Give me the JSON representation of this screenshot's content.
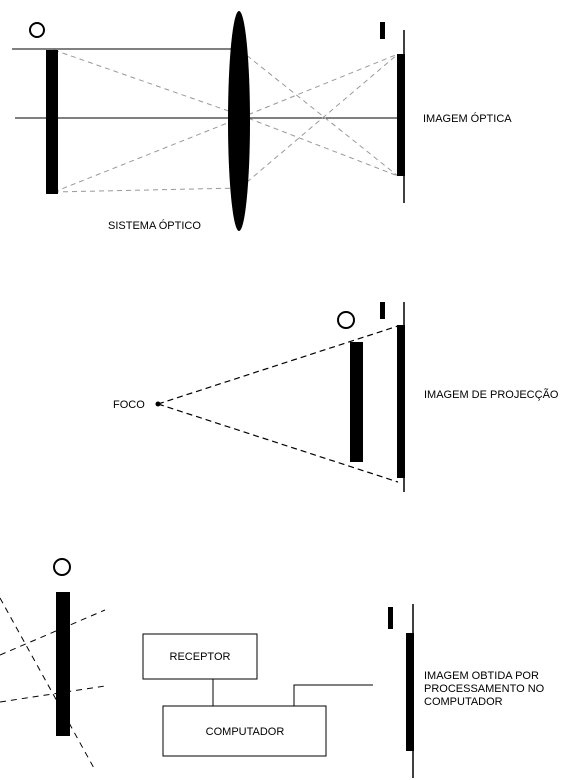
{
  "panel_optical": {
    "object_marker": "O",
    "image_marker": "I",
    "lens_label": "SISTEMA ÓPTICO",
    "image_label": "IMAGEM ÓPTICA"
  },
  "panel_projection": {
    "object_marker": "O",
    "image_marker": "I",
    "focus_label": "FOCO",
    "image_label": "IMAGEM DE PROJECÇÃO"
  },
  "panel_computed": {
    "object_marker": "O",
    "image_marker": "I",
    "receptor_label": "RECEPTOR",
    "computer_label": "COMPUTADOR",
    "image_label_lines": [
      "IMAGEM OBTIDA POR",
      "PROCESSAMENTO NO",
      "COMPUTADOR"
    ]
  },
  "colors": {
    "ink": "#000000",
    "ray": "#999999"
  }
}
